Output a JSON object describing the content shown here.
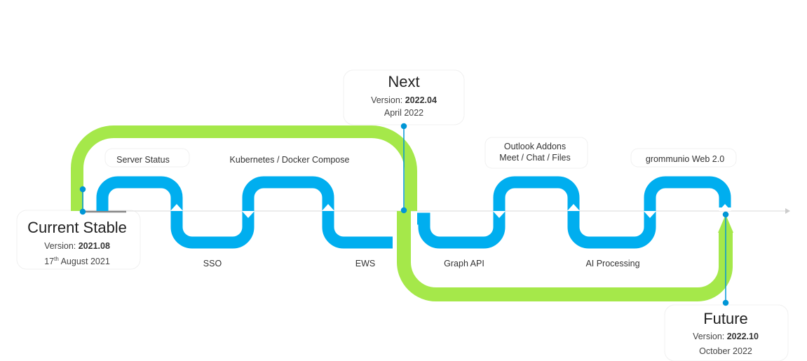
{
  "milestones": {
    "current": {
      "title": "Current Stable",
      "version_label": "Version:",
      "version": "2021.08",
      "date_day": "17",
      "date_suffix": "th",
      "date_rest": "August 2021"
    },
    "next": {
      "title": "Next",
      "version_label": "Version:",
      "version": "2022.04",
      "date": "April 2022"
    },
    "future": {
      "title": "Future",
      "version_label": "Version:",
      "version": "2022.10",
      "date": "October 2022"
    }
  },
  "features": {
    "server_status": "Server Status",
    "kubernetes": "Kubernetes / Docker Compose",
    "sso": "SSO",
    "ews": "EWS",
    "outlook_line1": "Outlook Addons",
    "outlook_line2": "Meet / Chat / Files",
    "web2": "grommunio Web 2.0",
    "graph_api": "Graph API",
    "ai": "AI Processing"
  },
  "colors": {
    "blue_track": "#00aeef",
    "green_track": "#a5e84a",
    "marker": "#0096d6",
    "axis": "#e0e0e0"
  }
}
